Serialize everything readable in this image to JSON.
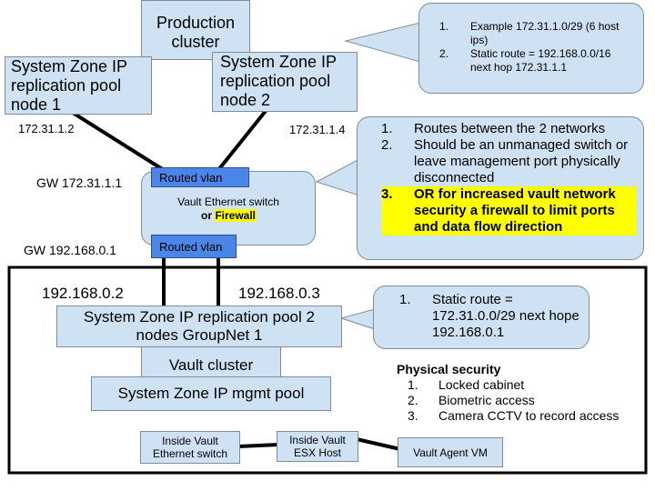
{
  "production_cluster": "Production cluster",
  "node1": "System Zone IP replication pool node 1",
  "node2": "System Zone IP replication pool node 2",
  "ip_node1": "172.31.1.2",
  "ip_node2": "172.31.1.4",
  "gw1": "GW 172.31.1.1",
  "gw2": "GW 192.168.0.1",
  "routed_vlan_top": "Routed vlan",
  "routed_vlan_bottom": "Routed vlan",
  "vault_switch": {
    "line1": "Vault Ethernet switch",
    "or": "or",
    "firewall": "Firewall"
  },
  "callout_top": {
    "items": [
      {
        "num": "1.",
        "text": "Example 172.31.1.0/29 (6 host ips)"
      },
      {
        "num": "2.",
        "text": "Static route = 192.168.0.0/16 next hop 172.31.1.1"
      }
    ]
  },
  "callout_mid": {
    "items": [
      {
        "num": "1.",
        "text": "Routes between the 2 networks"
      },
      {
        "num": "2.",
        "text": "Should be an unmanaged switch or leave management port physically disconnected"
      },
      {
        "num": "3.",
        "text": "OR for increased vault network security a firewall to limit ports and data flow direction"
      }
    ]
  },
  "ip_vault1": "192.168.0.2",
  "ip_vault2": "192.168.0.3",
  "repl_pool2": "System Zone IP replication pool 2 nodes GroupNet 1",
  "vault_cluster": "Vault cluster",
  "mgmt_pool": "System Zone IP mgmt pool",
  "callout_vault": {
    "items": [
      {
        "num": "1.",
        "text": "Static route = 172.31.0.0/29 next hope 192.168.0.1"
      }
    ]
  },
  "physical_security": {
    "title": "Physical security",
    "items": [
      {
        "num": "1.",
        "text": "Locked cabinet"
      },
      {
        "num": "2.",
        "text": "Biometric access"
      },
      {
        "num": "3.",
        "text": "Camera CCTV to record access"
      }
    ]
  },
  "inside_switch": "Inside Vault Ethernet switch",
  "inside_esx": "Inside Vault ESX Host",
  "vault_agent": "Vault Agent VM",
  "colors": {
    "box_fill": "#cfe2f3",
    "vlan_fill": "#4a86e8",
    "highlight": "#ffff00"
  }
}
